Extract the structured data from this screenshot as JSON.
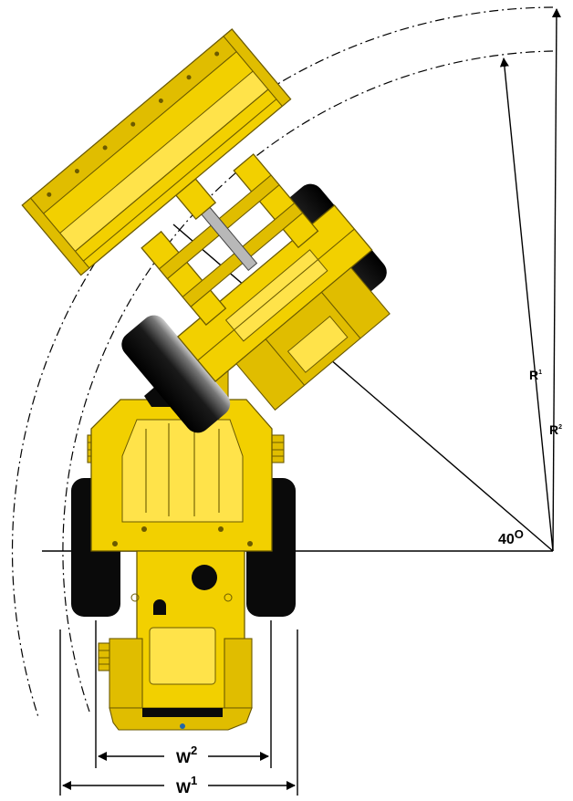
{
  "labels": {
    "angle": "40",
    "angle_unit": "O",
    "r1": "R",
    "r1_sup": "1",
    "r2": "R",
    "r2_sup": "2",
    "w2": "W",
    "w2_sup": "2",
    "w1": "W",
    "w1_sup": "1"
  },
  "colors": {
    "body_yellow": "#f2d000",
    "shadow_yellow": "#e0bd00",
    "tire_black": "#0a0a0a",
    "outline": "#6b5a00",
    "lines": "#000000"
  },
  "icons": {
    "vehicle": "articulated-wheel-loader-top-view"
  }
}
